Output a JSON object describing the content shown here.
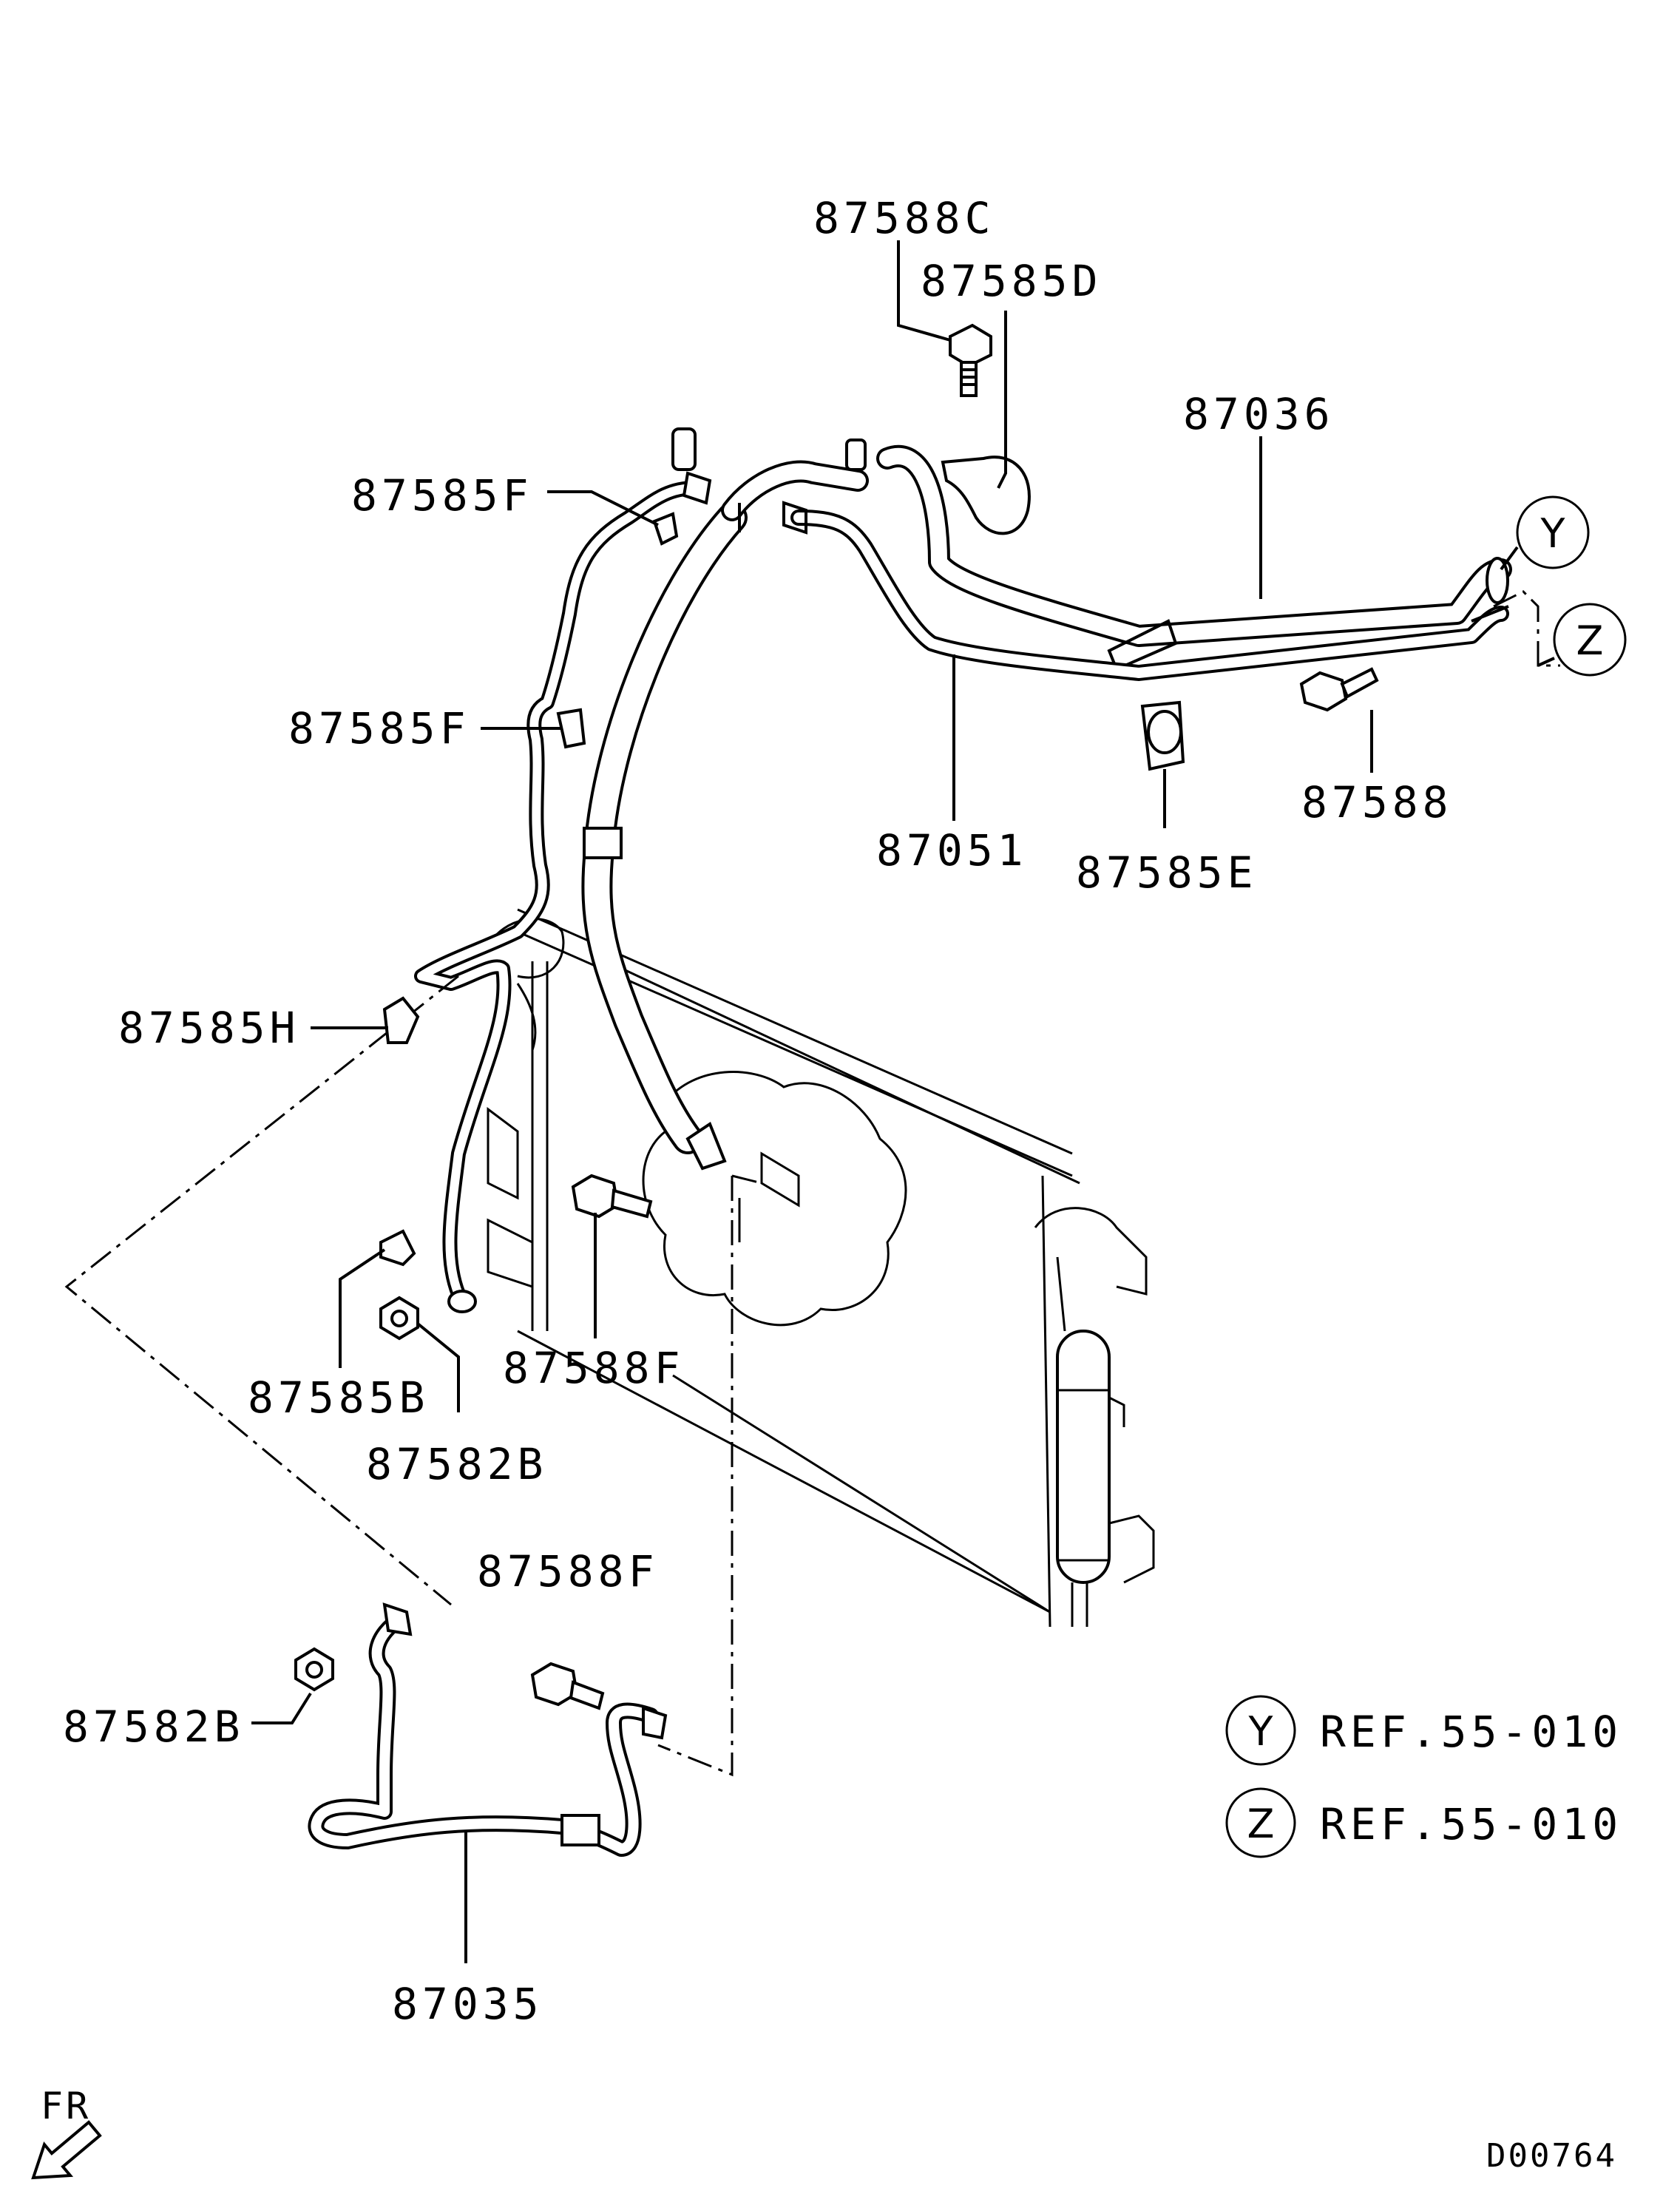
{
  "labels": {
    "p87588C": "87588C",
    "p87585D": "87585D",
    "p87036": "87036",
    "p87585F_top": "87585F",
    "p87585F_mid": "87585F",
    "p87588": "87588",
    "p87051": "87051",
    "p87585E": "87585E",
    "p87585H": "87585H",
    "p87588F_mid": "87588F",
    "p87585B": "87585B",
    "p87582B_mid": "87582B",
    "p87588F_low": "87588F",
    "p87582B_low": "87582B",
    "p87035": "87035"
  },
  "callouts": {
    "y": "Y",
    "z": "Z"
  },
  "references": [
    {
      "letter": "Y",
      "text": "REF.55-010"
    },
    {
      "letter": "Z",
      "text": "REF.55-010"
    }
  ],
  "orientation": "FR",
  "diagram_code": "D00764"
}
